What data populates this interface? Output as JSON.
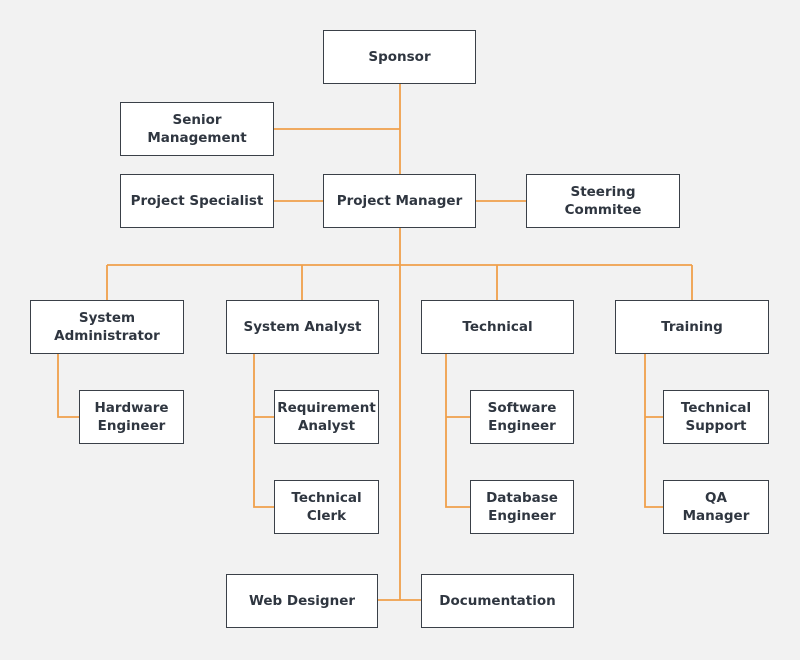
{
  "colors": {
    "line": "#f0a04b",
    "border": "#3a4048",
    "text": "#2f3640",
    "background": "#f2f2f2"
  },
  "nodes": {
    "sponsor": "Sponsor",
    "senior_management": "Senior Management",
    "project_specialist": "Project Specialist",
    "project_manager": "Project Manager",
    "steering_committee": "Steering Commitee",
    "system_administrator": "System\nAdministrator",
    "system_analyst": "System Analyst",
    "technical": "Technical",
    "training": "Training",
    "hardware_engineer": "Hardware\nEngineer",
    "requirement_analyst": "Requirement\nAnalyst",
    "technical_clerk": "Technical\nClerk",
    "software_engineer": "Software\nEngineer",
    "database_engineer": "Database\nEngineer",
    "technical_support": "Technical\nSupport",
    "qa_manager": "QA Manager",
    "web_designer": "Web Designer",
    "documentation": "Documentation"
  }
}
